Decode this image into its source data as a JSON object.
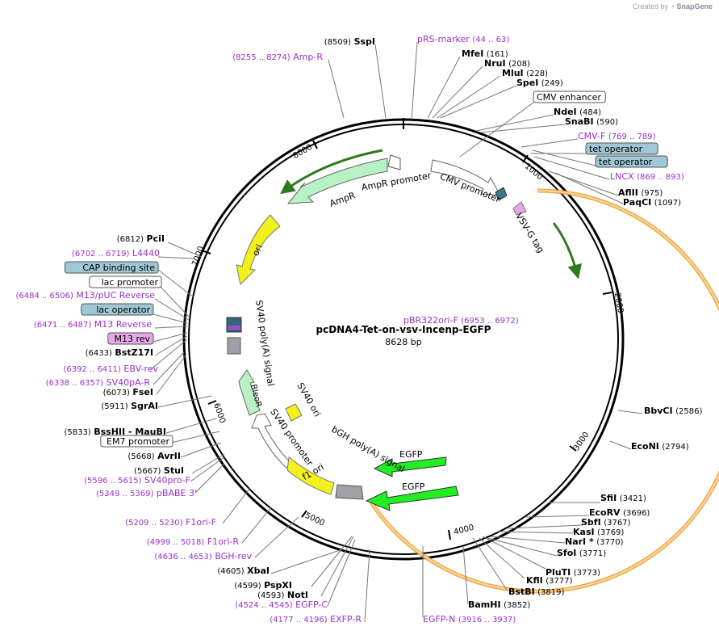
{
  "header": {
    "created_by": "Created by",
    "brand": "SnapGene"
  },
  "plasmid": {
    "name": "pcDNA4-Tet-on-vsv-Incenp-EGFP",
    "length_label": "8628 bp",
    "length": 8628
  },
  "tick_labels": [
    "1000",
    "2000",
    "3000",
    "4000",
    "5000",
    "6000",
    "7000",
    "8000"
  ],
  "colors": {
    "backbone": "#000000",
    "enzyme": "#000000",
    "primer": "#9b30c8",
    "feature_green": "#b8f2c4",
    "feature_yellow": "#f2f21a",
    "feature_bright_green": "#22ee22",
    "feature_orange": "#f0a030",
    "feature_gray": "#a0a0a8",
    "feature_white": "#ffffff",
    "tag_blue": "#9fc7d5",
    "tag_pink": "#e8a8e8"
  },
  "features": [
    {
      "label": "AmpR promoter",
      "start": 8320,
      "end": 8220,
      "color": "feature_white"
    },
    {
      "label": "AmpR",
      "start": 8215,
      "end": 7580,
      "color": "feature_green"
    },
    {
      "label": "ori",
      "start": 7420,
      "end": 7010,
      "color": "feature_yellow"
    },
    {
      "label": "CMV promoter",
      "start": 240,
      "end": 620,
      "color": "feature_white"
    },
    {
      "label": "VSV-G tag",
      "start": 915,
      "end": 960,
      "color": "tag_pink"
    },
    {
      "label": "SV40 poly(A) signal",
      "start": 6500,
      "end": 6380,
      "color": "feature_gray"
    },
    {
      "label": "BleoR",
      "start": 6050,
      "end": 5680,
      "color": "feature_green"
    },
    {
      "label": "SV40 ori",
      "start": 5930,
      "end": 5850,
      "color": "feature_yellow"
    },
    {
      "label": "SV40 promoter",
      "start": 5830,
      "end": 5500,
      "color": "feature_white"
    },
    {
      "label": "f1 ori",
      "start": 5480,
      "end": 5040,
      "color": "feature_yellow"
    },
    {
      "label": "bGH poly(A) signal",
      "start": 4870,
      "end": 4700,
      "color": "feature_gray"
    },
    {
      "label": "EGFP",
      "start": 4660,
      "end": 3950,
      "color": "feature_bright_green"
    },
    {
      "label": "EGFP",
      "start": 4580,
      "end": 4100,
      "color": "feature_bright_green"
    }
  ],
  "labels": [
    {
      "text": "SspI",
      "pos": "(8509)",
      "kind": "enzyme"
    },
    {
      "text": "Amp-R",
      "pos": "(8255 .. 8274)",
      "kind": "primer"
    },
    {
      "text": "pRS-marker",
      "pos": "(44 .. 63)",
      "kind": "primer"
    },
    {
      "text": "MfeI",
      "pos": "(161)",
      "kind": "enzyme"
    },
    {
      "text": "NruI",
      "pos": "(208)",
      "kind": "enzyme"
    },
    {
      "text": "MluI",
      "pos": "(228)",
      "kind": "enzyme"
    },
    {
      "text": "SpeI",
      "pos": "(249)",
      "kind": "enzyme"
    },
    {
      "text": "CMV enhancer",
      "pos": "",
      "kind": "box"
    },
    {
      "text": "NdeI",
      "pos": "(484)",
      "kind": "enzyme"
    },
    {
      "text": "SnaBI",
      "pos": "(590)",
      "kind": "enzyme"
    },
    {
      "text": "CMV-F",
      "pos": "(769 .. 789)",
      "kind": "primer"
    },
    {
      "text": "tet operator",
      "pos": "",
      "kind": "bluebox"
    },
    {
      "text": "tet operator",
      "pos": "",
      "kind": "bluebox"
    },
    {
      "text": "LNCX",
      "pos": "(869 .. 893)",
      "kind": "primer"
    },
    {
      "text": "AflII",
      "pos": "(975)",
      "kind": "enzyme"
    },
    {
      "text": "PaqCI",
      "pos": "(1097)",
      "kind": "enzyme"
    },
    {
      "text": "BbvCI",
      "pos": "(2586)",
      "kind": "enzyme"
    },
    {
      "text": "EcoNI",
      "pos": "(2794)",
      "kind": "enzyme"
    },
    {
      "text": "SfiI",
      "pos": "(3421)",
      "kind": "enzyme"
    },
    {
      "text": "EcoRV",
      "pos": "(3696)",
      "kind": "enzyme"
    },
    {
      "text": "SbfI",
      "pos": "(3767)",
      "kind": "enzyme"
    },
    {
      "text": "KasI",
      "pos": "(3769)",
      "kind": "enzyme"
    },
    {
      "text": "NarI *",
      "pos": "(3770)",
      "kind": "enzyme"
    },
    {
      "text": "SfoI",
      "pos": "(3771)",
      "kind": "enzyme"
    },
    {
      "text": "PluTI",
      "pos": "(3773)",
      "kind": "enzyme"
    },
    {
      "text": "KflI",
      "pos": "(3777)",
      "kind": "enzyme"
    },
    {
      "text": "BstBI",
      "pos": "(3819)",
      "kind": "enzyme"
    },
    {
      "text": "BamHI",
      "pos": "(3852)",
      "kind": "enzyme"
    },
    {
      "text": "EGFP-N",
      "pos": "(3916 .. 3937)",
      "kind": "primer"
    },
    {
      "text": "EXFP-R",
      "pos": "(4177 .. 4196)",
      "kind": "primer"
    },
    {
      "text": "EGFP-C",
      "pos": "(4524 .. 4545)",
      "kind": "primer"
    },
    {
      "text": "NotI",
      "pos": "(4593)",
      "kind": "enzyme"
    },
    {
      "text": "PspXI",
      "pos": "(4599)",
      "kind": "enzyme"
    },
    {
      "text": "XbaI",
      "pos": "(4605)",
      "kind": "enzyme"
    },
    {
      "text": "BGH-rev",
      "pos": "(4636 .. 4653)",
      "kind": "primer"
    },
    {
      "text": "F1ori-R",
      "pos": "(4999 .. 5018)",
      "kind": "primer"
    },
    {
      "text": "F1ori-F",
      "pos": "(5209 .. 5230)",
      "kind": "primer"
    },
    {
      "text": "pBABE 3'",
      "pos": "(5349 .. 5369)",
      "kind": "primer"
    },
    {
      "text": "SV40pro-F",
      "pos": "(5596 .. 5615)",
      "kind": "primer"
    },
    {
      "text": "StuI",
      "pos": "(5667)",
      "kind": "enzyme"
    },
    {
      "text": "AvrII",
      "pos": "(5668)",
      "kind": "enzyme"
    },
    {
      "text": "EM7 promoter",
      "pos": "",
      "kind": "box"
    },
    {
      "text": "BssHII - MauBI",
      "pos": "(5833)",
      "kind": "enzyme"
    },
    {
      "text": "SgrAI",
      "pos": "(5911)",
      "kind": "enzyme"
    },
    {
      "text": "FseI",
      "pos": "(6073)",
      "kind": "enzyme"
    },
    {
      "text": "SV40pA-R",
      "pos": "(6338 .. 6357)",
      "kind": "primer"
    },
    {
      "text": "EBV-rev",
      "pos": "(6392 .. 6411)",
      "kind": "primer"
    },
    {
      "text": "BstZ17I",
      "pos": "(6433)",
      "kind": "enzyme"
    },
    {
      "text": "M13 rev",
      "pos": "",
      "kind": "pinkbox"
    },
    {
      "text": "M13 Reverse",
      "pos": "(6471 .. 6487)",
      "kind": "primer"
    },
    {
      "text": "lac operator",
      "pos": "",
      "kind": "bluebox"
    },
    {
      "text": "M13/pUC Reverse",
      "pos": "(6484 .. 6506)",
      "kind": "primer"
    },
    {
      "text": "lac promoter",
      "pos": "",
      "kind": "box"
    },
    {
      "text": "CAP binding site",
      "pos": "",
      "kind": "bluebox"
    },
    {
      "text": "L4440",
      "pos": "(6702 .. 6719)",
      "kind": "primer"
    },
    {
      "text": "PciI",
      "pos": "(6812)",
      "kind": "enzyme"
    },
    {
      "text": "pBR322ori-F",
      "pos": "(6953 .. 6972)",
      "kind": "primer"
    }
  ]
}
